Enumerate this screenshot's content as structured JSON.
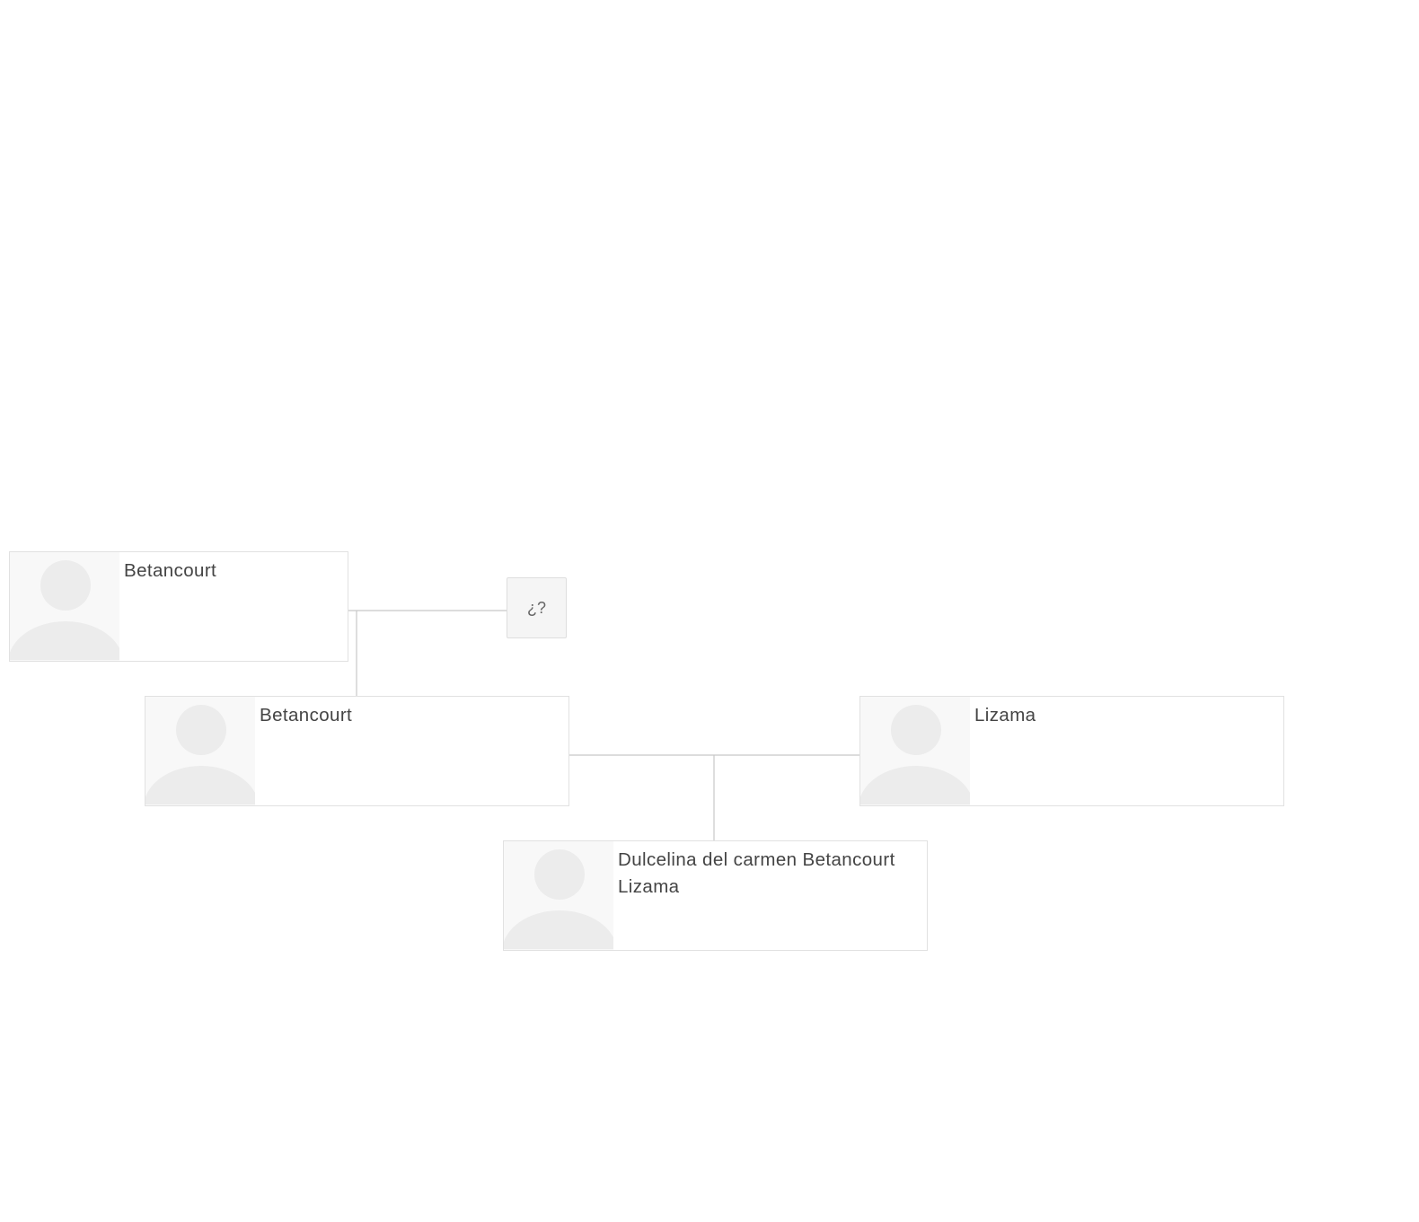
{
  "people": {
    "grandfather": {
      "name": "Betancourt"
    },
    "grandmother_unknown": {
      "label": "¿?"
    },
    "father": {
      "name": "Betancourt"
    },
    "mother": {
      "name": "Lizama"
    },
    "child": {
      "name": "Dulcelina del carmen Betancourt Lizama"
    }
  },
  "colors": {
    "card_border": "#e1e1e1",
    "avatar_bg": "#f8f8f8",
    "avatar_shape": "#ececec",
    "connector": "#c8c8c8",
    "name_text": "#444444"
  }
}
